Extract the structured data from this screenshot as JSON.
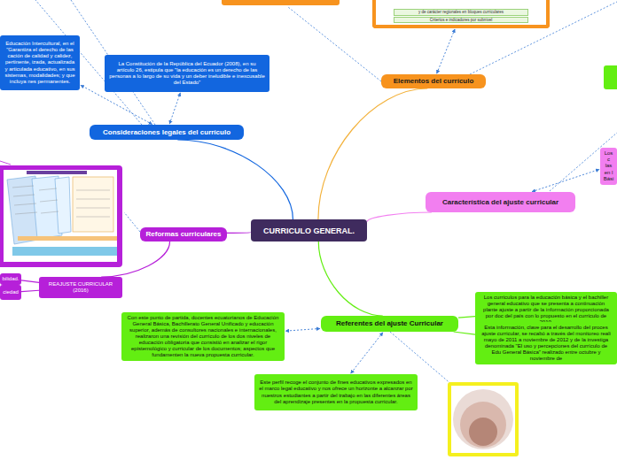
{
  "diagram": {
    "nodes": [
      {
        "text": [
          "CURRICULO GENERAL."
        ]
      },
      {
        "text": [
          "Elementos del currículo"
        ]
      },
      {
        "text": [
          "y de carácter regionales en bloques curriculares",
          "Criterios e indicadores por subnivel"
        ]
      },
      {
        "text": [
          "Consideraciones legales del currículo"
        ]
      },
      {
        "text": [
          "La Constitución de la República del Ecuador (2008), en su artículo 26, estipula que \"la educación es un derecho de las personas a lo largo de su vida y un deber ineludible e inexcusable del Estado\""
        ]
      },
      {
        "text": [
          "Educación Intercultural, en el \"Garantiza el derecho de las cación de calidad y calidez, pertinente, izada, actualizada y articulada educativo, en sus sistemas, modalidades; y que incluya nes permanentes."
        ]
      },
      {
        "text": [
          "Reformas curriculares"
        ]
      },
      {
        "text": [
          "REAJUSTE CURRICULAR (2016)"
        ]
      },
      {
        "text": [
          "bilidad."
        ]
      },
      {
        "text": [
          "ciedad"
        ]
      },
      {
        "text": [
          "Característica del ajuste curricular"
        ]
      },
      {
        "text": [
          "Los c las en l Bási"
        ]
      },
      {
        "text": [
          "Referentes del ajuste Curricular"
        ]
      },
      {
        "text": [
          "Con este punto de partida, docentes ecuatorianos de Educación General Básica, Bachillerato General Unificado y educación superior, además de consultores nacionales e internacionales, realizaron una revisión del currículo de los dos niveles de educación obligatoria que consistió en analizar el rigor epistemológico y curricular de los documentos; aspectos que fundamenten la nueva propuesta curricular."
        ]
      },
      {
        "text": [
          "Este perfil recoge el conjunto de fines educativos expresados en el marco legal educativo y nos ofrece un horizonte a alcanzar por nuestros estudiantes a partir del trabajo en las diferentes áreas del aprendizaje presentes en la propuesta curricular."
        ]
      },
      {
        "text": [
          "Los currículos para la educación básica y el bachiller general educativo que se presenta a continuación plante ajuste a partir de la información proporcionada por doc del país con lo propuesto en el currículo de 2010,"
        ]
      },
      {
        "text": [
          "Esta información, clave para el desarrollo del proces ajuste curricular, se recabó a través del monitoreo reali mayo de 2011 a noviembre de 2012 y de la investiga denominada \"El uso y percepciones del currículo de Edu General Básica\" realizado entre octubre y noviembre de"
        ]
      }
    ],
    "edges": [
      {
        "from": 0,
        "to": 1,
        "arrow": "none"
      },
      {
        "from": 0,
        "to": 3,
        "arrow": "none"
      },
      {
        "from": 0,
        "to": 6,
        "arrow": "none"
      },
      {
        "from": 0,
        "to": 10,
        "arrow": "none"
      },
      {
        "from": 0,
        "to": 12,
        "arrow": "none"
      },
      {
        "from": 1,
        "to": 2,
        "arrow": "both"
      },
      {
        "from": 3,
        "to": 4,
        "arrow": "both"
      },
      {
        "from": 3,
        "to": 5,
        "arrow": "both"
      },
      {
        "from": 6,
        "to": 7,
        "arrow": "none"
      },
      {
        "from": 7,
        "to": 8,
        "arrow": "none"
      },
      {
        "from": 7,
        "to": 9,
        "arrow": "none"
      },
      {
        "from": 10,
        "to": 11,
        "arrow": "both"
      },
      {
        "from": 12,
        "to": 13,
        "arrow": "both"
      },
      {
        "from": 12,
        "to": 14,
        "arrow": "both"
      },
      {
        "from": 12,
        "to": 15,
        "arrow": "none"
      },
      {
        "from": 12,
        "to": 16,
        "arrow": "none"
      }
    ]
  }
}
